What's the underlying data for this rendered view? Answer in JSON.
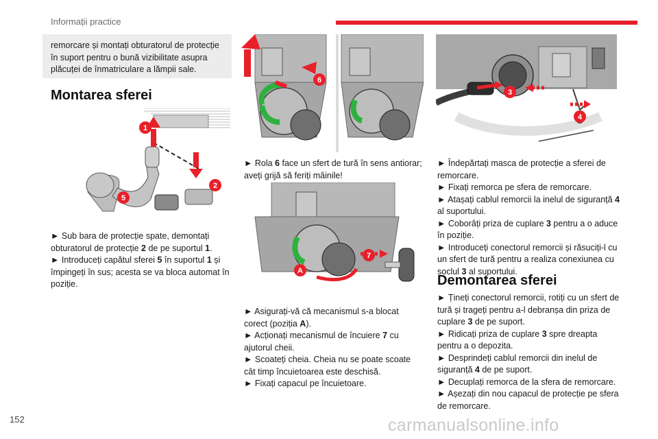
{
  "header": {
    "title": "Informații practice"
  },
  "page_number": "152",
  "watermark": "carmanualsonline.info",
  "note": "remorcare și montați obturatorul de protecție în suport pentru o bună vizibilitate asupra plăcuței de înmatriculare a lămpii sale.",
  "section_mount": {
    "title": "Montarea sferei",
    "callouts": [
      "1",
      "2",
      "5"
    ],
    "steps": [
      {
        "arrow": "►",
        "parts": [
          "Sub bara de protecție spate, demontați obturatorul de protecție ",
          "2",
          " de pe suportul ",
          "1",
          "."
        ]
      },
      {
        "arrow": "►",
        "parts": [
          "Introduceți capătul sferei ",
          "5",
          " în suportul ",
          "1",
          " și împingeți în sus; acesta se va bloca automat în poziție."
        ]
      }
    ]
  },
  "section_lock": {
    "callouts_fig1": [
      "6"
    ],
    "step_rotate": {
      "arrow": "►",
      "parts": [
        "Rola ",
        "6",
        " face un sfert de tură în sens antiorar; aveți grijă să feriți mâinile!"
      ]
    },
    "callouts_fig2": [
      "7",
      "A"
    ],
    "steps": [
      {
        "arrow": "►",
        "parts": [
          "Asigurați-vă că mecanismul s-a blocat corect (poziția ",
          "A",
          ")."
        ]
      },
      {
        "arrow": "►",
        "parts": [
          "Acționați mecanismul de încuiere ",
          "7",
          " cu ajutorul cheii."
        ]
      },
      {
        "arrow": "►",
        "parts": [
          "Scoateți cheia. Cheia nu se poate scoate cât timp încuietoarea este deschisă.",
          "",
          "",
          "",
          ""
        ]
      },
      {
        "arrow": "►",
        "parts": [
          "Fixați capacul pe încuietoare.",
          "",
          "",
          "",
          ""
        ]
      }
    ]
  },
  "section_connect": {
    "callouts": [
      "3",
      "4"
    ],
    "steps": [
      {
        "arrow": "►",
        "parts": [
          "Îndepărtați masca de protecție a sferei de remorcare.",
          "",
          ""
        ]
      },
      {
        "arrow": "►",
        "parts": [
          "Fixați remorca pe sfera de remorcare.",
          "",
          ""
        ]
      },
      {
        "arrow": "►",
        "parts": [
          "Atașați cablul remorcii la inelul de siguranță ",
          "4",
          " al suportului."
        ]
      },
      {
        "arrow": "►",
        "parts": [
          "Coborâți priza de cuplare ",
          "3",
          " pentru a o aduce în poziție."
        ]
      },
      {
        "arrow": "►",
        "parts": [
          "Introduceți conectorul remorcii și răsuciți-l cu un sfert de tură pentru a realiza conexiunea cu soclul ",
          "3",
          " al suportului."
        ]
      }
    ]
  },
  "section_dismount": {
    "title": "Demontarea sferei",
    "steps": [
      {
        "arrow": "►",
        "parts": [
          "Țineți conectorul remorcii, rotiți cu un sfert de tură și trageți pentru a-l debranșa din priza de cuplare ",
          "3",
          " de pe suport."
        ]
      },
      {
        "arrow": "►",
        "parts": [
          "Ridicați priza de cuplare ",
          "3",
          " spre dreapta pentru a o depozita."
        ]
      },
      {
        "arrow": "►",
        "parts": [
          "Desprindeți cablul remorcii din inelul de siguranță ",
          "4",
          " de pe suport."
        ]
      },
      {
        "arrow": "►",
        "parts": [
          "Decuplați remorca de la sfera de remorcare.",
          "",
          ""
        ]
      },
      {
        "arrow": "►",
        "parts": [
          "Așezați din nou capacul de protecție pe sfera de remorcare.",
          "",
          ""
        ]
      }
    ]
  },
  "colors": {
    "accent": "#e8202a",
    "green": "#2fb13f",
    "gray": "#a8a8a8"
  }
}
